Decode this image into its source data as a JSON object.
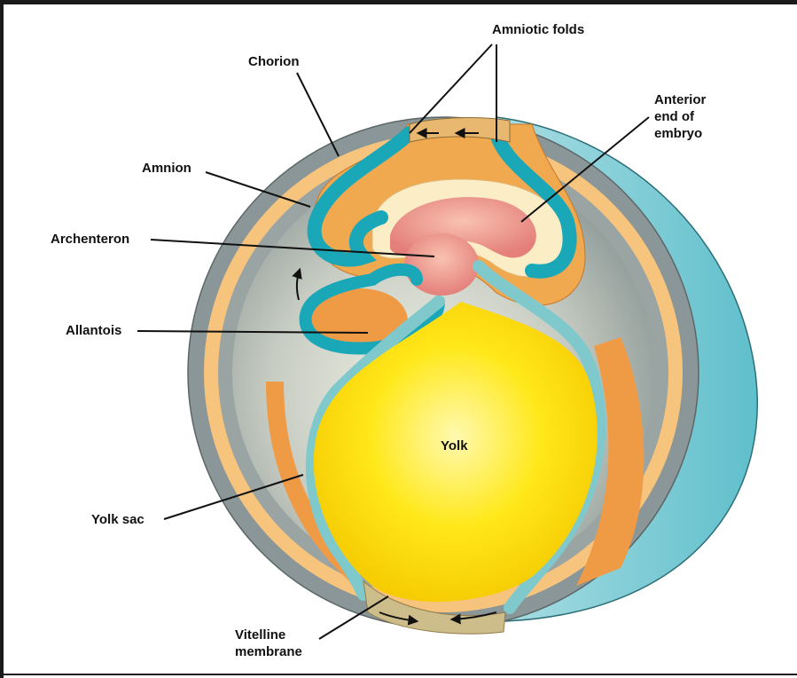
{
  "labels": {
    "amniotic_folds": "Amniotic  folds",
    "chorion": "Chorion",
    "anterior_end": [
      "Anterior",
      "end  of",
      "embryo"
    ],
    "amnion": "Amnion",
    "archenteron": "Archenteron",
    "allantois": "Allantois",
    "yolk": "Yolk",
    "yolk_sac": "Yolk sac",
    "vitelline_membrane": [
      "Vitelline",
      "membrane"
    ]
  },
  "colors": {
    "shell_grey": "#8a9697",
    "inner_grey": "#a7b0ad",
    "cavity_light": "#dde0d2",
    "teal": "#1aa7b8",
    "teal_light": "#8fcfd2",
    "orange": "#ef9a45",
    "light_orange": "#f7c47e",
    "yolk": "#ffe000",
    "yolk_center": "#fff7a0",
    "cyan_shell": "#7fcdd6",
    "cream": "#fbeec6",
    "pink": "#ec8f86",
    "vitelline": "#cdbd8a"
  }
}
